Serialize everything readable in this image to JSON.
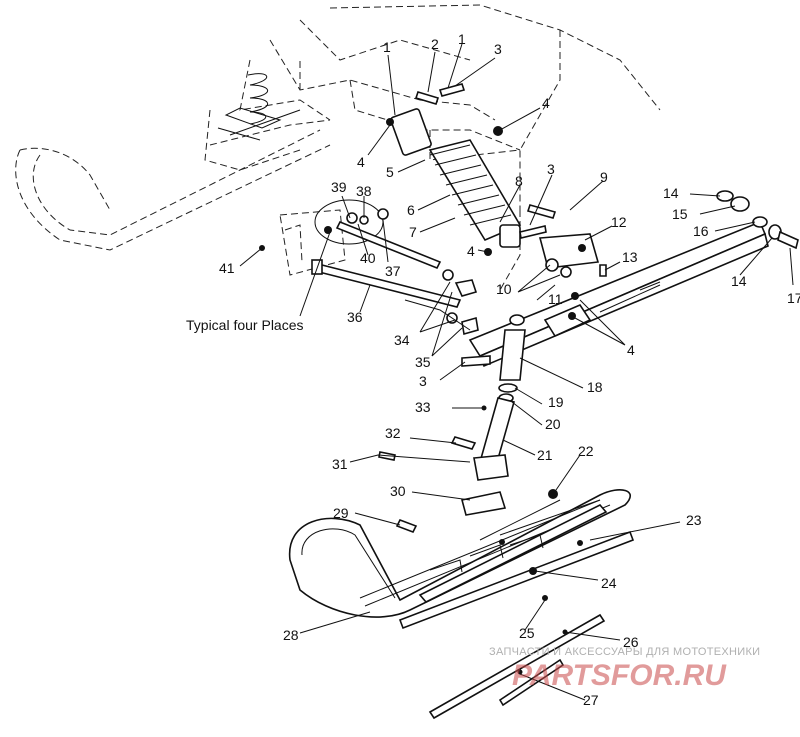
{
  "diagram": {
    "note": "Typical four Places",
    "callouts": [
      "1",
      "2",
      "3",
      "4",
      "5",
      "6",
      "7",
      "8",
      "9",
      "10",
      "11",
      "12",
      "13",
      "14",
      "15",
      "16",
      "17",
      "18",
      "19",
      "20",
      "21",
      "22",
      "23",
      "24",
      "25",
      "26",
      "27",
      "28",
      "29",
      "30",
      "31",
      "32",
      "33",
      "34",
      "35",
      "36",
      "37",
      "38",
      "39",
      "40",
      "41"
    ],
    "watermark": {
      "tagline": "ЗАПЧАСТИ И АКСЕССУАРЫ ДЛЯ МОТОТЕХНИКИ",
      "brand": "PARTSFOR.RU"
    }
  }
}
